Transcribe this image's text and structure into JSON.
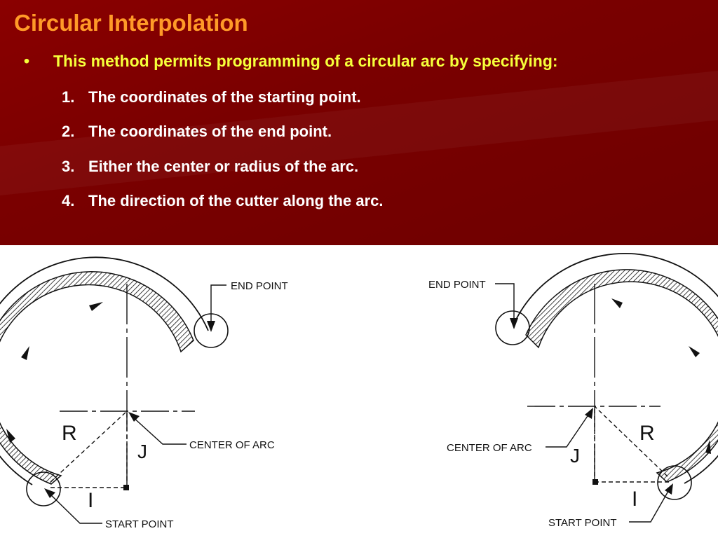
{
  "slide": {
    "title": "Circular Interpolation",
    "lead": "This method permits programming of a circular arc by specifying:",
    "bullet_glyph": "•",
    "items": [
      {
        "num": "1.",
        "text": "The coordinates of the starting point."
      },
      {
        "num": "2.",
        "text": "The coordinates of the end point."
      },
      {
        "num": "3.",
        "text": "Either the center or radius of the arc."
      },
      {
        "num": "4.",
        "text": "The direction of the cutter along the arc."
      }
    ]
  },
  "diagram_left": {
    "end_point_label": "END POINT",
    "center_label": "CENTER OF ARC",
    "start_point_label": "START POINT",
    "r_label": "R",
    "j_label": "J",
    "i_label": "I"
  },
  "diagram_right": {
    "end_point_label": "END POINT",
    "center_label": "CENTER OF ARC",
    "start_point_label": "START POINT",
    "r_label": "R",
    "j_label": "J",
    "i_label": "I"
  },
  "colors": {
    "background_top": "#7a0000",
    "title": "#ff9a28",
    "lead": "#f6ff3a",
    "items": "#ffffff"
  }
}
